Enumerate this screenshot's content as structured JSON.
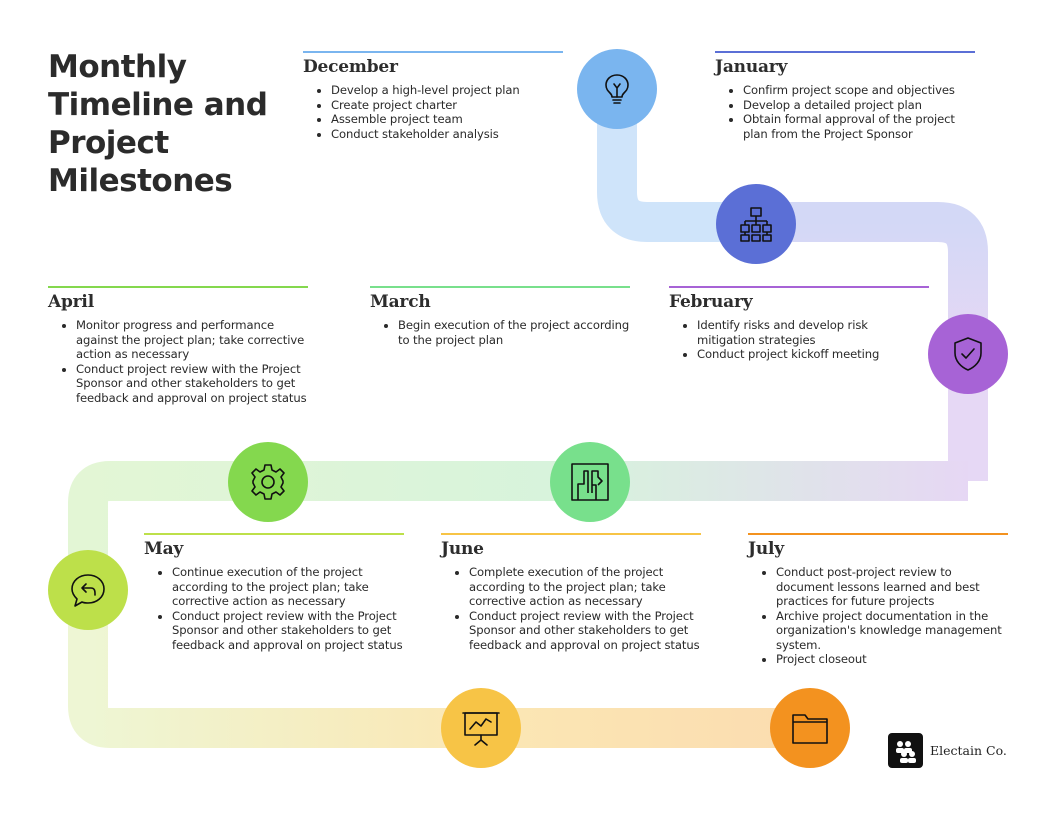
{
  "title": "Monthly Timeline and Project Milestones",
  "colors": {
    "december": "#7ab5ef",
    "january": "#5b6fd6",
    "february": "#a763d6",
    "march": "#78e08c",
    "april": "#84d84e",
    "may": "#bde04a",
    "june": "#f7c446",
    "july": "#f3921f"
  },
  "milestones": [
    {
      "month": "December",
      "icon": "lightbulb-icon",
      "items": [
        "Develop a high-level project plan",
        "Create project charter",
        "Assemble project team",
        "Conduct stakeholder analysis"
      ]
    },
    {
      "month": "January",
      "icon": "org-chart-icon",
      "items": [
        "Confirm project scope and objectives",
        "Develop a detailed project plan",
        "Obtain formal approval of the project plan from the Project Sponsor"
      ]
    },
    {
      "month": "February",
      "icon": "shield-check-icon",
      "items": [
        "Identify risks and develop risk mitigation strategies",
        "Conduct project kickoff meeting"
      ]
    },
    {
      "month": "March",
      "icon": "route-sign-icon",
      "items": [
        "Begin execution of the project according to the project plan"
      ]
    },
    {
      "month": "April",
      "icon": "gear-icon",
      "items": [
        "Monitor progress and performance against the project plan; take corrective action as necessary",
        "Conduct project review with the Project Sponsor and other stakeholders to get feedback and approval on project status"
      ]
    },
    {
      "month": "May",
      "icon": "chat-return-icon",
      "items": [
        "Continue execution of the project according to the project plan; take corrective action as necessary",
        "Conduct project review with the Project Sponsor and other stakeholders to get feedback and approval on project status"
      ]
    },
    {
      "month": "June",
      "icon": "presentation-chart-icon",
      "items": [
        "Complete execution of the project according to the project plan; take corrective action as necessary",
        "Conduct project review with the Project Sponsor and other stakeholders to get feedback and approval on project status"
      ]
    },
    {
      "month": "July",
      "icon": "folder-icon",
      "items": [
        "Conduct post-project review to document lessons learned and best practices for future projects",
        "Archive project documentation in the organization's knowledge management system.",
        "Project closeout"
      ]
    }
  ],
  "brand": {
    "name": "Electain Co.",
    "logo_icon": "people-logo-icon"
  }
}
